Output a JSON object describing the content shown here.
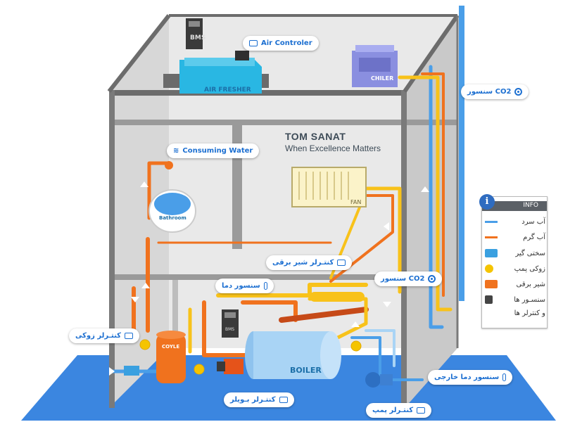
{
  "brand": {
    "name": "TOM SANAT",
    "slogan": "When Excellence Matters"
  },
  "equipment": {
    "air_fresher": "AIR FRESHER",
    "chiller": "CHILER",
    "fan": "FAN",
    "bathroom": "Bathroom",
    "coyle": "COYLE",
    "boiler": "BOILER",
    "bms": "BMS"
  },
  "callouts": {
    "air_controller": "Air Controler",
    "consuming_water": "Consuming Water",
    "co2_sensor_top": "سنسور CO2",
    "co2_sensor_mid": "سنسور CO2",
    "valve_controller": "کنتـرلر شیر برقی",
    "temp_sensor": "سنسور دما",
    "coil_controller": "کنتـرلر زوکی",
    "boiler_controller": "کنتـرلر بـویلر",
    "pump_controller": "کنتـرلر پمپ",
    "outdoor_temp_sensor": "سنسور دما خارجی"
  },
  "legend": {
    "title": "INFO",
    "items": [
      {
        "label": "آب سرد",
        "color": "#4a9ee8",
        "icon": "cold-water-line"
      },
      {
        "label": "آب گرم",
        "color": "#f0721e",
        "icon": "hot-water-line"
      },
      {
        "label": "سختی گیر",
        "color": "#3aa0e0",
        "icon": "softener-icon"
      },
      {
        "label": "زوکی پمپ",
        "color": "#f5c400",
        "icon": "pump-icon"
      },
      {
        "label": "شیر برقی",
        "color": "#f0721e",
        "icon": "valve-icon"
      },
      {
        "label": "سنسـور ها",
        "color": "#444444",
        "icon": "sensor-icon"
      },
      {
        "label": "و کنترلر ها",
        "color": "#444444",
        "icon": ""
      }
    ]
  },
  "colors": {
    "cold": "#4a9ee8",
    "hot": "#f0721e",
    "warm": "#f8c21a",
    "floor": "#3b86e0",
    "wall": "#e4e4e4"
  }
}
